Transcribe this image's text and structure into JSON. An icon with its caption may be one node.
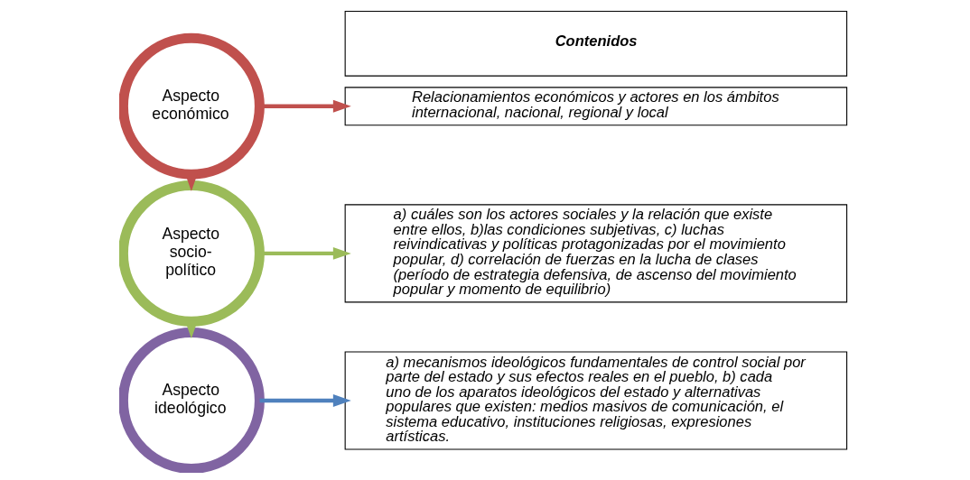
{
  "diagram": {
    "nodes": [
      {
        "text": [
          "Aspecto económico"
        ]
      },
      {
        "text": [
          "Aspecto socio-político"
        ]
      },
      {
        "text": [
          "Aspecto ideológico"
        ]
      },
      {
        "text": [
          "Contenidos"
        ]
      },
      {
        "text": [
          "Relacionamientos económicos y actores en los ámbitos internacional, nacional, regional y local"
        ]
      },
      {
        "text": [
          "a) cuáles son los actores sociales y la relación que existe entre ellos, b)las condiciones subjetivas, c) luchas reivindicativas y políticas protagonizadas por el movimiento popular, d) correlación de fuerzas en la lucha de clases (período de estrategia defensiva, de ascenso del movimiento popular y momento de equilibrio)"
        ]
      },
      {
        "text": [
          "a) mecanismos ideológicos fundamentales de control social por parte del estado y sus efectos reales en el pueblo, b) cada uno de los aparatos ideológicos del estado y alternativas populares que existen: medios masivos de comunicación, el sistema educativo, instituciones religiosas, expresiones artísticas."
        ]
      }
    ],
    "edges": [
      {
        "from": 0,
        "to": 1,
        "arrow": "to",
        "color": "#c0504d"
      },
      {
        "from": 1,
        "to": 2,
        "arrow": "to",
        "color": "#9bbb59"
      },
      {
        "from": 0,
        "to": 4,
        "arrow": "to",
        "color": "#c0504d"
      },
      {
        "from": 1,
        "to": 5,
        "arrow": "to",
        "color": "#9bbb59"
      },
      {
        "from": 2,
        "to": 6,
        "arrow": "to",
        "color": "#4f81bd"
      }
    ]
  }
}
